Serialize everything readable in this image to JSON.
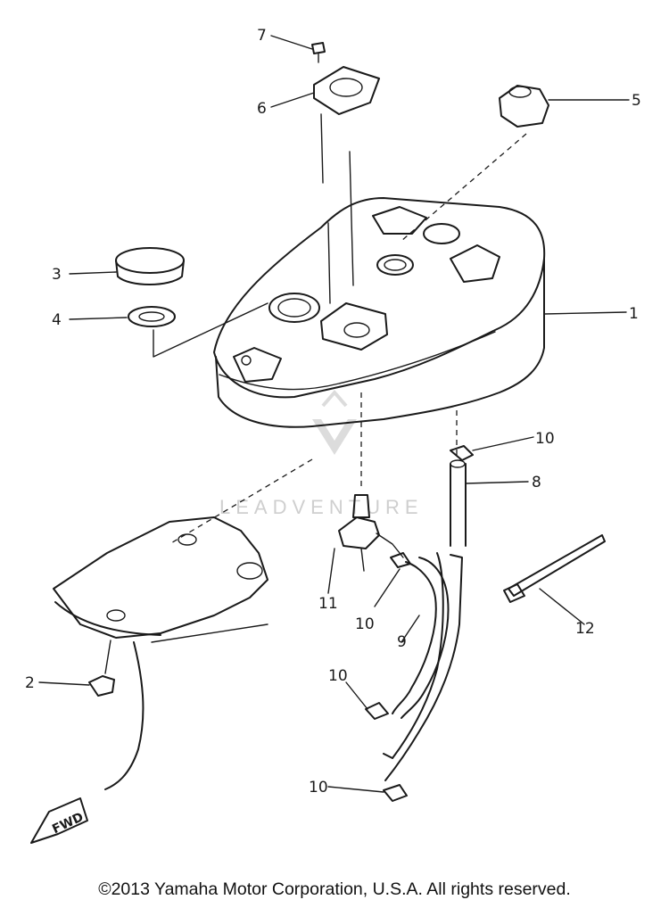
{
  "callouts": {
    "p1": "1",
    "p2": "2",
    "p3": "3",
    "p4": "4",
    "p5": "5",
    "p6": "6",
    "p7": "7",
    "p8": "8",
    "p9": "9",
    "p10a": "10",
    "p10b": "10",
    "p10c": "10",
    "p10d": "10",
    "p11": "11",
    "p12": "12"
  },
  "fwd_label": "FWD",
  "watermark": "LEADVENTURE",
  "copyright": "©2013 Yamaha Motor Corporation, U.S.A. All rights reserved."
}
